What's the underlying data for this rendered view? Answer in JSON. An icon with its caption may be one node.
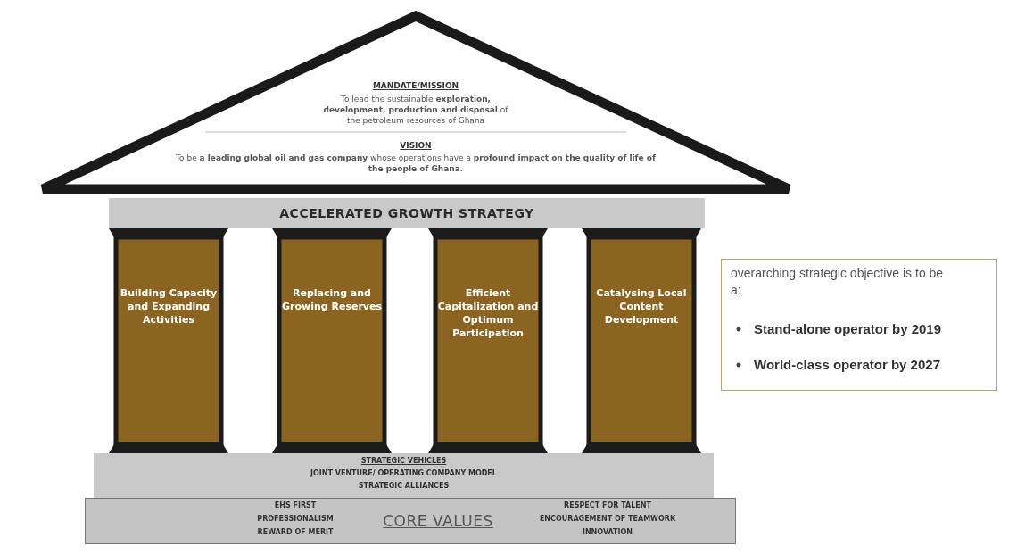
{
  "diagram": {
    "nodes": [
      {
        "text": [
          "MANDATE/MISSION",
          "To lead the sustainable **exploration, development, production and disposal** of the petroleum resources of Ghana",
          "VISION",
          "To be **a leading global oil and gas company** whose operations have a **profound impact on the quality of life of the people of Ghana.**"
        ]
      },
      {
        "text": [
          "ACCELERATED GROWTH STRATEGY"
        ]
      },
      {
        "text": [
          "Building Capacity and Expanding Activities"
        ]
      },
      {
        "text": [
          "Replacing and Growing Reserves"
        ]
      },
      {
        "text": [
          "Efficient Capitalization and Optimum Participation"
        ]
      },
      {
        "text": [
          "Catalysing Local Content Development"
        ]
      },
      {
        "text": [
          "STRATEGIC VEHICLES",
          "JOINT VENTURE/ OPERATING COMPANY MODEL",
          "STRATEGIC ALLIANCES"
        ]
      },
      {
        "text": [
          "EHS FIRST",
          "PROFESSIONALISM",
          "REWARD OF MERIT",
          "CORE VALUES",
          "RESPECT FOR TALENT",
          "ENCOURAGEMENT OF TEAMWORK",
          "INNOVATION"
        ]
      },
      {
        "text": [
          "overarching strategic objective is to be a:",
          "Stand-alone operator by 2019",
          "World-class operator by 2027"
        ]
      }
    ]
  }
}
